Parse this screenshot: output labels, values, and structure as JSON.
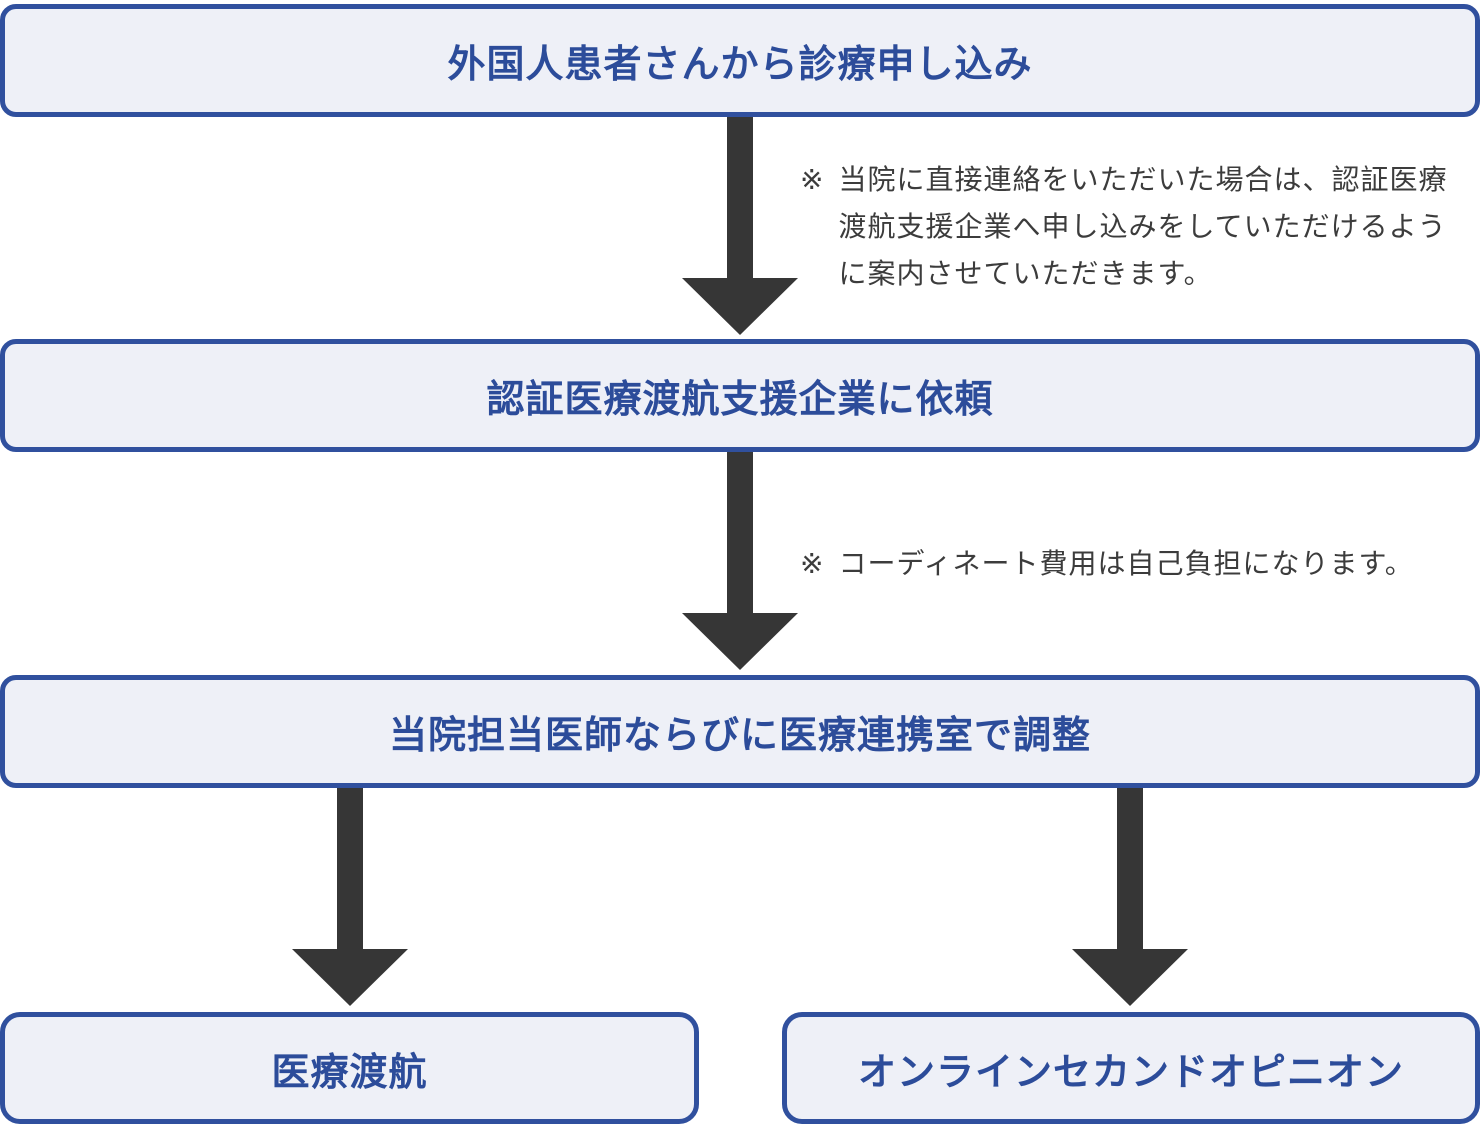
{
  "colors": {
    "box_fill": "#eef0f7",
    "box_border": "#30509e",
    "box_text": "#2c4c9a",
    "arrow": "#363636",
    "note_text": "#3c3c3c",
    "page_bg": "#ffffff"
  },
  "flow": {
    "steps": [
      {
        "label": "外国人患者さんから診療申し込み"
      },
      {
        "label": "認証医療渡航支援企業に依頼"
      },
      {
        "label": "当院担当医師ならびに医療連携室で調整"
      }
    ],
    "outcomes": [
      {
        "label": "医療渡航"
      },
      {
        "label": "オンラインセカンドオピニオン"
      }
    ],
    "notes": [
      {
        "marker": "※",
        "lines": [
          "当院に直接連絡をいただいた場合は、認証医療",
          "渡航支援企業へ申し込みをしていただけるよう",
          "に案内させていただきます。"
        ]
      },
      {
        "marker": "※",
        "text": "コーディネート費用は自己負担になります。"
      }
    ]
  }
}
